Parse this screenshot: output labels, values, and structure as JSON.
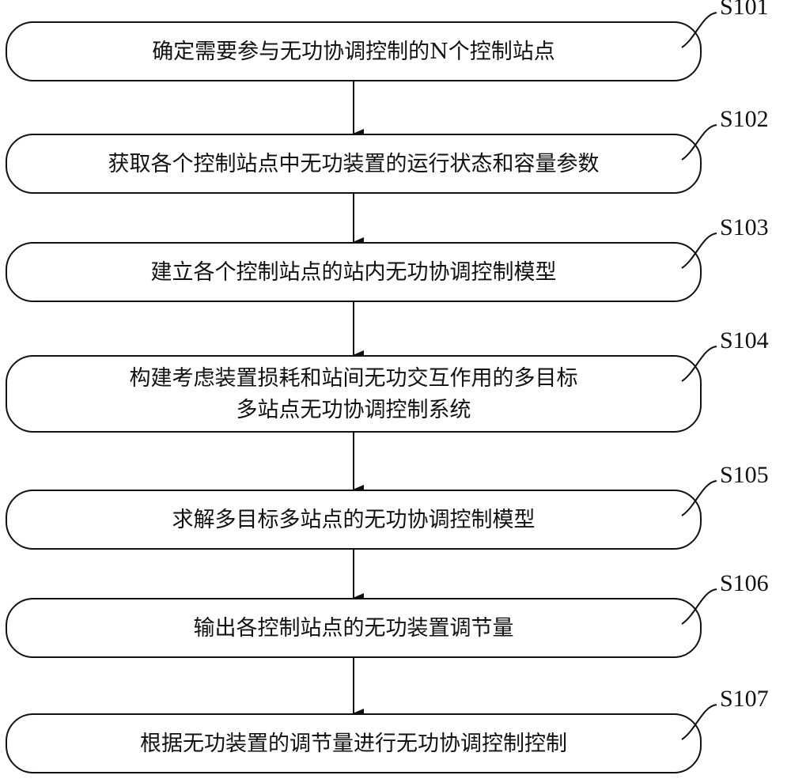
{
  "steps": [
    {
      "id": "S101",
      "lines": [
        "确定需要参与无功协调控制的N个控制站点"
      ]
    },
    {
      "id": "S102",
      "lines": [
        "获取各个控制站点中无功装置的运行状态和容量参数"
      ]
    },
    {
      "id": "S103",
      "lines": [
        "建立各个控制站点的站内无功协调控制模型"
      ]
    },
    {
      "id": "S104",
      "lines": [
        "构建考虑装置损耗和站间无功交互作用的多目标",
        "多站点无功协调控制系统"
      ]
    },
    {
      "id": "S105",
      "lines": [
        "求解多目标多站点的无功协调控制模型"
      ]
    },
    {
      "id": "S106",
      "lines": [
        "输出各控制站点的无功装置调节量"
      ]
    },
    {
      "id": "S107",
      "lines": [
        "根据无功装置的调节量进行无功协调控制控制"
      ]
    }
  ]
}
